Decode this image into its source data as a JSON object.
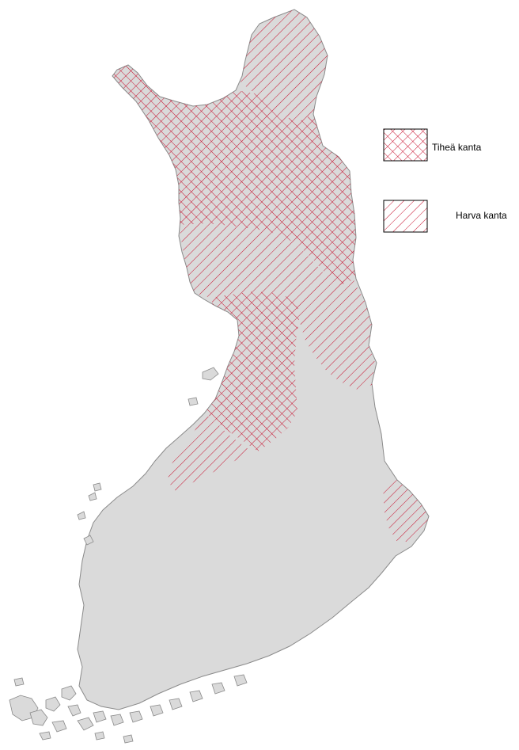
{
  "map": {
    "legend": [
      {
        "id": "dense",
        "label": "Tiheä kanta",
        "pattern": "crosshatch"
      },
      {
        "id": "sparse",
        "label": "Harva kanta",
        "pattern": "diagonal"
      }
    ],
    "colors": {
      "land": "#dadada",
      "coastline": "#8a8a8a",
      "hatch": "#c8102e",
      "background": "#ffffff"
    }
  }
}
